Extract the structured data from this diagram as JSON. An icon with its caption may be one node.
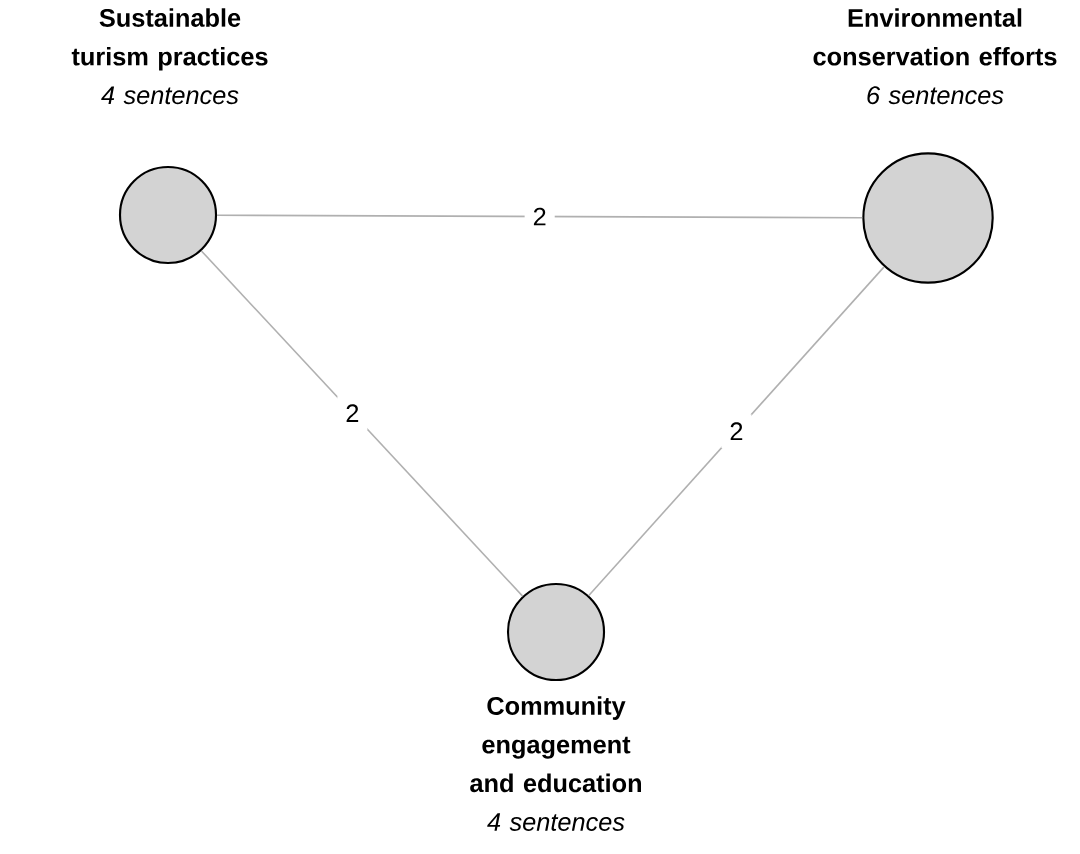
{
  "diagram": {
    "nodes": [
      {
        "text": [
          "Sustainable turism practices",
          "4 sentences"
        ]
      },
      {
        "text": [
          "Environmental conservation efforts",
          "6 sentences"
        ]
      },
      {
        "text": [
          "Community engagement and education",
          "4 sentences"
        ]
      }
    ],
    "edges": [
      {
        "from": 0,
        "to": 1,
        "arrow": "none",
        "label": "2"
      },
      {
        "from": 0,
        "to": 2,
        "arrow": "none",
        "label": "2"
      },
      {
        "from": 1,
        "to": 2,
        "arrow": "none",
        "label": "2"
      }
    ]
  }
}
